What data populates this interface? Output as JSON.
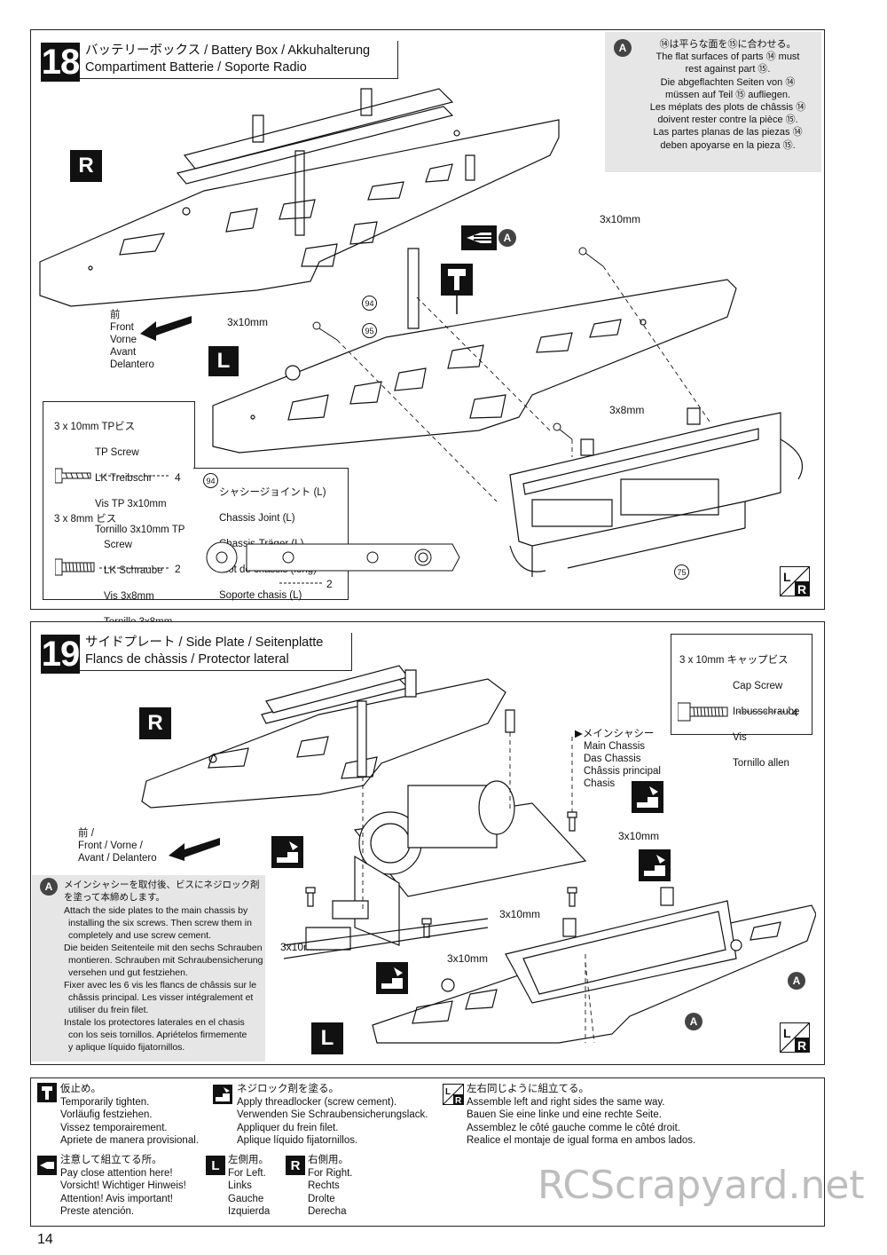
{
  "page_number": "14",
  "watermark": "RCScrapyard.net",
  "step18": {
    "number": "18",
    "title_line1": "バッテリーボックス / Battery Box / Akkuhalterung",
    "title_line2": "Compartiment Batterie / Soporte Radio",
    "side_r": "R",
    "side_l": "L",
    "lr_icon": "L/R",
    "front_label": [
      "前",
      "Front",
      "Vorne",
      "Avant",
      "Delantero"
    ],
    "note_a": [
      "⑭は平らな面を⑮に合わせる。",
      "The flat surfaces of parts ⑭ must",
      "rest against part ⑮.",
      "Die abgeflachten Seiten von ⑭",
      "müssen auf Teil ⑮ aufliegen.",
      "Les méplats des plots de châssis ⑭",
      "doivent rester contre la pièce ⑮.",
      "Las partes planas de las piezas ⑭",
      "deben apoyarse en la pieza ⑮."
    ],
    "note_badge": "A",
    "callout_a": "A",
    "screw_labels": [
      "3x10mm",
      "3x10mm",
      "3x8mm"
    ],
    "part_numbers": [
      "94",
      "95",
      "75"
    ],
    "parts_box": {
      "screw1": [
        "3 x 10mm TPビス",
        "TP Screw",
        "LK Treibschr",
        "Vis TP 3x10mm",
        "Tornillo 3x10mm TP"
      ],
      "screw1_qty": "4",
      "screw2": [
        "3 x 8mm ビス",
        "Screw",
        "LK Schraube",
        "Vis 3x8mm",
        "Tornillo 3x8mm"
      ],
      "screw2_qty": "2",
      "joint_num": "94",
      "joint": [
        "シャシージョイント (L)",
        "Chassis Joint (L)",
        "Chassis-Träger (L)",
        "Plot de chassis (long)",
        "Soporte chasis (L)"
      ],
      "joint_qty": "2"
    }
  },
  "step19": {
    "number": "19",
    "title_line1": "サイドプレート / Side Plate / Seitenplatte",
    "title_line2": "Flancs de chàssis / Protector lateral",
    "side_r": "R",
    "side_l": "L",
    "lr_icon": "L/R",
    "front_label": [
      "前 /",
      "Front / Vorne /",
      "Avant / Delantero"
    ],
    "main_chassis": [
      "▶メインシャシー",
      "Main Chassis",
      "Das Chassis",
      "Châssis principal",
      "Chasis"
    ],
    "screw_labels": [
      "3x10mm",
      "3x10mm",
      "3x10mm",
      "3x10mm"
    ],
    "callout_a": "A",
    "parts_box": {
      "screw": [
        "3 x 10mm キャップビス",
        "Cap Screw",
        "Inbusschraube",
        "Vis",
        "Tornillo allen"
      ],
      "qty": "4"
    },
    "note_badge": "A",
    "note": [
      "メインシャシーを取付後、ビスにネジロック剤",
      "を塗って本締めします。",
      "Attach the side plates to the main chassis by",
      "installing the six screws. Then screw them in",
      "completely and use screw cement.",
      "Die beiden Seitenteile mit den sechs Schrauben",
      "montieren. Schrauben mit Schraubensicherung",
      "versehen und gut festziehen.",
      "Fixer avec les 6 vis les flancs de châssis sur le",
      "châssis principal. Les visser intégralement et",
      "utiliser du frein filet.",
      "Instale los protectores laterales en el chasis",
      "con los seis tornillos. Apriételos firmemente",
      "y aplique líquido fijatornillos."
    ]
  },
  "footer_legend": {
    "temporary": "仮止め。\nTemporarily tighten.\nVorläufig festziehen.\nVissez temporairement.\nApriete de manera provisional.",
    "cement": "ネジロック剤を塗る。\nApply threadlocker (screw cement).\nVerwenden Sie Schraubensicherungslack.\nAppliquer du frein filet.\nAplique líquido fijatornillos.",
    "both_sides": "左右同じように組立てる。\nAssemble left and right sides the same way.\nBauen Sie eine linke und eine rechte Seite.\nAssemblez le côté gauche comme le côté droit.\nRealice el montaje de igual forma en ambos lados.",
    "attention": "注意して組立てる所。\nPay close attention here!\nVorsicht!  Wichtiger Hinweis!\nAttention! Avis important!\nPreste atención.",
    "left": "左側用。\nFor Left.\nLinks\nGauche\nIzquierda",
    "right": "右側用。\nFor Right.\nRechts\nDrolte\nDerecha",
    "left_icon": "L",
    "right_icon": "R",
    "lr_icon": "L/R"
  }
}
